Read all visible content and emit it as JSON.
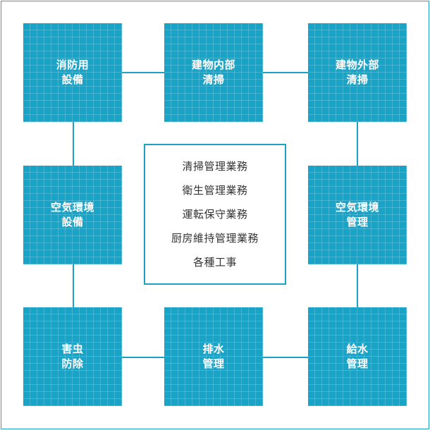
{
  "tiles": {
    "fire_equipment": [
      "消防用",
      "設備"
    ],
    "interior_cleaning": [
      "建物内部",
      "清掃"
    ],
    "exterior_cleaning": [
      "建物外部",
      "清掃"
    ],
    "air_equipment": [
      "空気環境",
      "設備"
    ],
    "air_management": [
      "空気環境",
      "管理"
    ],
    "pest_control": [
      "害虫",
      "防除"
    ],
    "drainage_management": [
      "排水",
      "管理"
    ],
    "water_supply_management": [
      "給水",
      "管理"
    ]
  },
  "center": {
    "services": [
      "清掃管理業務",
      "衛生管理業務",
      "運転保守業務",
      "厨房維持管理業務",
      "各種工事"
    ]
  },
  "colors": {
    "tile": "#19a3c7",
    "center_text": "#333333",
    "frame": "#1aa6c9"
  }
}
